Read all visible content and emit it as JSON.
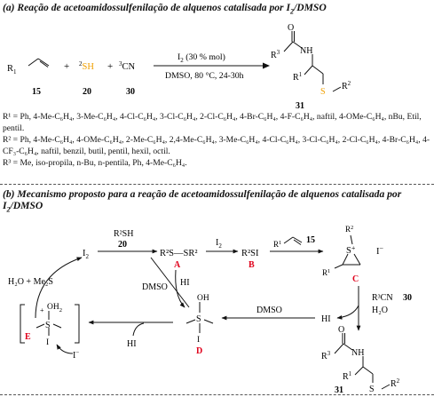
{
  "part_a": {
    "title_text": "(a) Reação de acetoamidossulfenilação de alquenos catalisada por ",
    "title_cat": "I",
    "title_cat_sub": "2",
    "title_solvent": "/DMSO",
    "compound_15_label": "15",
    "compound_20_label": "20",
    "compound_30_label": "30",
    "compound_31_label": "31",
    "r1": "R",
    "r1_sup": "1",
    "r2_sh": "SH",
    "r2_sup": "2",
    "r3_cn": "CN",
    "r3_sup": "3",
    "plus": "+",
    "conditions_top": "I",
    "conditions_top_sub": "2",
    "conditions_top_tail": " (30 % mol)",
    "conditions_bottom": "DMSO, 80 °C, 24-30h",
    "product_o": "O",
    "product_nh": "NH",
    "product_r3": "R",
    "product_r3_sup": "3",
    "product_r1": "R",
    "product_r1_sup": "1",
    "product_s": "S",
    "product_r2": "R",
    "product_r2_sup": "2",
    "r1_list": "R¹ = Ph, 4-Me-C₆H₄, 3-Me-C₆H₄, 4-Cl-C₆H₄, 3-Cl-C₆H₄, 2-Cl-C₆H₄, 4-Br-C₆H₄, 4-F-C₆H₄, naftil, 4-OMe-C₆H₄, nBu, Etil, pentil.",
    "r2_list": "R² = Ph, 4-Me-C₆H₄, 4-OMe-C₆H₄, 2-Me-C₆H₄, 2,4-Me-C₆H₄, 3-Me-C₆H₄, 4-Cl-C₆H₄, 3-Cl-C₆H₄, 2-Cl-C₆H₄, 4-Br-C₆H₄, 4-CF₃-C₆H₄, naftil, benzil, butil, pentil, hexil, octil.",
    "r3_list": "R³ = Me, iso-propila, n-Bu, n-pentila, Ph, 4-Me-C₆H₄."
  },
  "part_b": {
    "title_text": "(b) Mecanismo proposto para a reação de acetoamidossulfenilação de alquenos catalisada por ",
    "title_cat": "I",
    "title_cat_sub": "2",
    "title_solvent": "/DMSO",
    "i2": "I",
    "i2_sub": "2",
    "r2sh": "R²SH",
    "label_20": "20",
    "disulfide": "R²S—SR²",
    "label_a": "A",
    "i2_arrow": "I",
    "i2_arrow_sub": "2",
    "r2si": "R²SI",
    "label_b": "B",
    "label_15": "15",
    "r1_alkene": "R",
    "r1_alkene_sup": "1",
    "episulfonium_r2": "R",
    "episulfonium_r2_sup": "2",
    "episulfonium_s": "S",
    "episulfonium_plus": "+",
    "episulfonium_r1": "R",
    "episulfonium_r1_sup": "1",
    "iodide": "I",
    "iodide_minus": "−",
    "label_c": "C",
    "water_dms": "H₂O  +  Me₂S",
    "dmso_left": "DMSO",
    "hi_left": "HI",
    "int_e_oh2": "OH",
    "int_e_oh2_sub": "2",
    "int_e_plus": "+",
    "int_e_s": "S",
    "int_e_i": "I",
    "int_e_iodide": "I",
    "int_e_iodide_minus": "−",
    "label_e": "E",
    "hi_bottom": "HI",
    "int_d_oh": "OH",
    "int_d_s": "S",
    "int_d_i": "I",
    "label_d": "D",
    "dmso_right": "DMSO",
    "hi_right": "HI",
    "r3cn": "R³CN",
    "label_30": "30",
    "h2o": "H₂O",
    "product_o": "O",
    "product_nh": "NH",
    "product_r3": "R",
    "product_r3_sup": "3",
    "product_r1": "R",
    "product_r1_sup": "1",
    "product_s": "S",
    "product_r2": "R",
    "product_r2_sup": "2",
    "label_31": "31",
    "red_color": "#e0001b",
    "orange_color": "#f0a000"
  }
}
